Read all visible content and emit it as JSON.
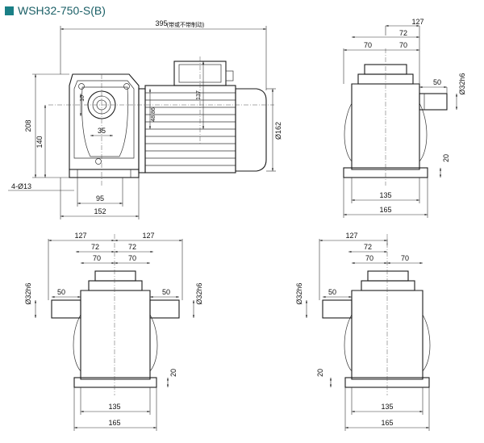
{
  "header": {
    "title": "WSH32-750-S(B)",
    "accent": "#1a7f86"
  },
  "front_view": {
    "overall_length": "395",
    "note": "(带或不带制动)",
    "height": "208",
    "shaft_height": "140",
    "mount_holes": "4-Ø13",
    "hole_spacing": "95",
    "base_width": "152",
    "key_depth": "35",
    "shaft_width": "10",
    "shaft_key_height": "48.86",
    "terminal_height": "137",
    "motor_diameter": "Ø162"
  },
  "side_view_right": {
    "width_127": "127",
    "width_72": "72",
    "width_70a": "70",
    "width_70b": "70",
    "shaft_length": "50",
    "shaft_diameter": "Ø32h6",
    "flange_height": "20",
    "base_135": "135",
    "base_165": "165"
  },
  "side_view_double": {
    "w127l": "127",
    "w127r": "127",
    "w72l": "72",
    "w72r": "72",
    "w70l": "70",
    "w70r": "70",
    "shaft_left_d": "Ø32h6",
    "shaft_right_d": "Ø32h6",
    "shaft_left_len": "50",
    "shaft_right_len": "50",
    "flange_height": "20",
    "base_135": "135",
    "base_165": "165"
  },
  "side_view_left": {
    "width_127": "127",
    "width_72": "72",
    "width_70a": "70",
    "width_70b": "70",
    "shaft_length": "50",
    "shaft_diameter": "Ø32h6",
    "flange_height": "20",
    "base_135": "135",
    "base_165": "165"
  }
}
